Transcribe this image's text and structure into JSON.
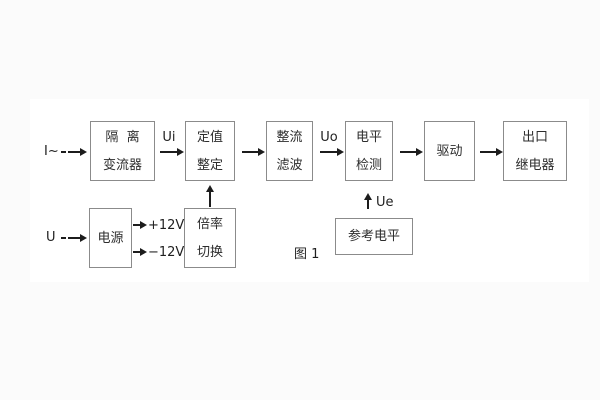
{
  "figure": {
    "caption": "图 1",
    "colors": {
      "background": "#fbfbfb",
      "panel": "#ffffff",
      "box_border": "#8b8b8b",
      "line": "#1c1c1c",
      "text": "#2d2d2d"
    }
  },
  "blocks": {
    "isolator": {
      "line1": "隔  离",
      "line2": "变流器"
    },
    "setpoint": {
      "line1": "定值",
      "line2": "整定"
    },
    "rectifier": {
      "line1": "整流",
      "line2": "滤波"
    },
    "level_detect": {
      "line1": "电平",
      "line2": "检测"
    },
    "drive": {
      "label": "驱动"
    },
    "output_relay": {
      "line1": "出口",
      "line2": "继电器"
    },
    "power": {
      "label": "电源"
    },
    "ratio_switch": {
      "line1": "倍率",
      "line2": "切换"
    },
    "reference_level": {
      "label": "参考电平"
    }
  },
  "signals": {
    "input_current": "I~",
    "input_voltage": "U",
    "ui": "Ui",
    "uo": "Uo",
    "ue": "Ue",
    "plus_12v": "+12V",
    "minus_12v": "−12V"
  }
}
